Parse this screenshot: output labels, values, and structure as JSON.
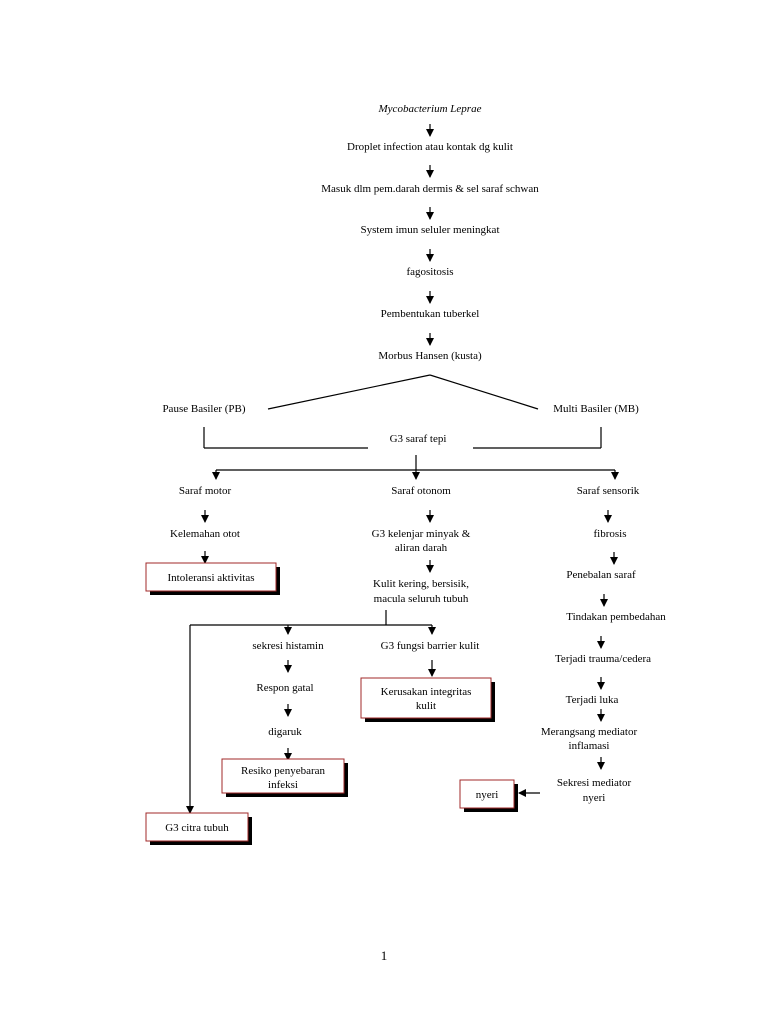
{
  "flowchart": {
    "root": "Mycobacterium Leprae",
    "main_chain": [
      "Droplet infection atau kontak dg kulit",
      "Masuk dlm pem.darah dermis & sel saraf schwan",
      "System imun seluler meningkat",
      "fagositosis",
      "Pembentukan tuberkel",
      "Morbus Hansen (kusta)"
    ],
    "types": {
      "left": "Pause Basiler (PB)",
      "right": "Multi Basiler (MB)"
    },
    "junction": "G3 saraf tepi",
    "motor": {
      "label": "Saraf motor",
      "step": "Kelemahan otot",
      "diagnosis": "Intoleransi aktivitas"
    },
    "autonomic": {
      "label": "Saraf otonom",
      "step1": [
        "G3 kelenjar minyak &",
        "aliran darah"
      ],
      "step2": [
        "Kulit kering, bersisik,",
        "macula seluruh tubuh"
      ],
      "left_branch": {
        "step1": "sekresi histamin",
        "step2": "Respon gatal",
        "step3": "digaruk",
        "diagnosis": [
          "Resiko penyebaran",
          "infeksi"
        ]
      },
      "right_branch": {
        "step1": "G3 fungsi barrier kulit",
        "diagnosis": [
          "Kerusakan integritas",
          "kulit"
        ]
      },
      "far_left_diagnosis": "G3 citra tubuh"
    },
    "sensory": {
      "label": "Saraf sensorik",
      "steps": [
        [
          "fibrosis"
        ],
        [
          "Penebalan saraf"
        ],
        [
          "Tindakan pembedahan"
        ],
        [
          "Terjadi trauma/cedera"
        ],
        [
          "Terjadi luka"
        ],
        [
          "Merangsang mediator",
          "inflamasi"
        ],
        [
          "Sekresi mediator",
          "nyeri"
        ]
      ],
      "diagnosis": "nyeri"
    }
  },
  "page_number": "1"
}
